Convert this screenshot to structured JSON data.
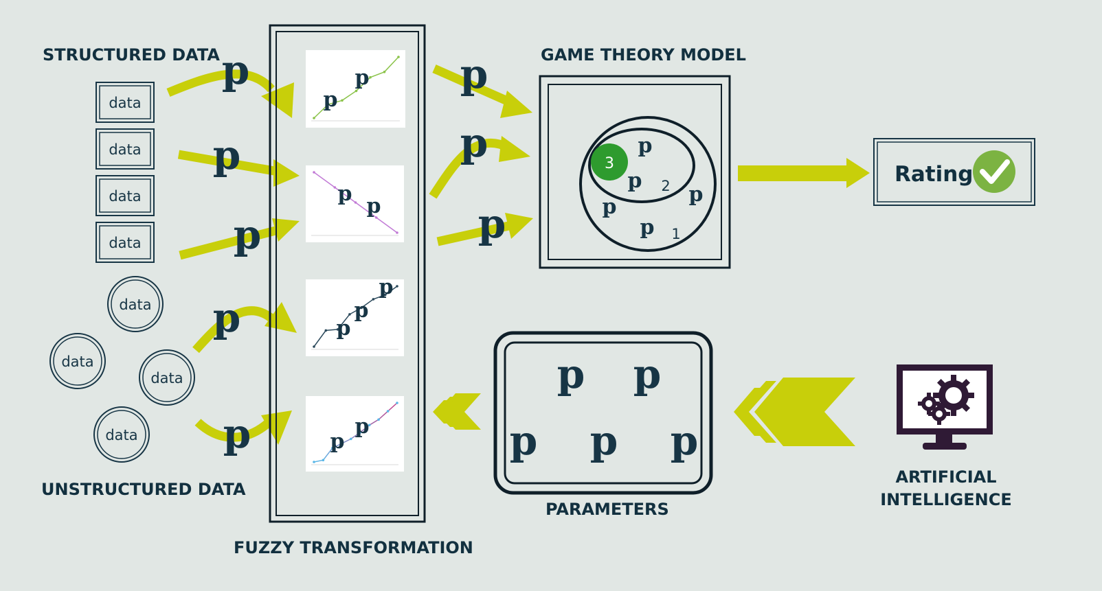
{
  "labels": {
    "structured": "STRUCTURED DATA",
    "unstructured": "UNSTRUCTURED DATA",
    "fuzzy": "FUZZY TRANSFORMATION",
    "game": "GAME THEORY MODEL",
    "parameters": "PARAMETERS",
    "ai_line1": "ARTIFICIAL",
    "ai_line2": "INTELLIGENCE",
    "rating": "Rating"
  },
  "p": "p",
  "data_word": "data",
  "structured_items": [
    "data",
    "data",
    "data",
    "data"
  ],
  "unstructured_items": [
    "data",
    "data",
    "data",
    "data"
  ],
  "venn_numbers": {
    "inner": "2",
    "outer": "1",
    "badge": "3"
  },
  "colors": {
    "background": "#e1e7e4",
    "ink": "#173545",
    "arrow": "#c8cf0a",
    "badge": "#2e9b2e",
    "check": "#7cb342"
  },
  "icons": {
    "rating": "checkmark-icon",
    "ai": "monitor-gears-icon"
  },
  "chart_data": [
    {
      "type": "line",
      "series": [
        {
          "values": [
            1,
            2,
            2.3,
            3,
            4,
            4.4,
            5.5
          ]
        }
      ],
      "color": "#8bc34a"
    },
    {
      "type": "line",
      "series": [
        {
          "values": [
            5,
            4,
            3,
            2,
            1
          ]
        }
      ],
      "color": "#c27bd6"
    },
    {
      "type": "line",
      "series": [
        {
          "values": [
            1,
            2.5,
            2.6,
            4,
            4.6,
            5.4,
            5.8,
            6.6
          ]
        }
      ],
      "color": "#2c4a5c"
    },
    {
      "type": "line",
      "series": [
        {
          "values": [
            1,
            1.2,
            2.5,
            3,
            3.5,
            4.2,
            5,
            5.6,
            6.5,
            7.4
          ]
        }
      ],
      "color": "#5bb8e8",
      "color_end": "#c2408a"
    }
  ]
}
